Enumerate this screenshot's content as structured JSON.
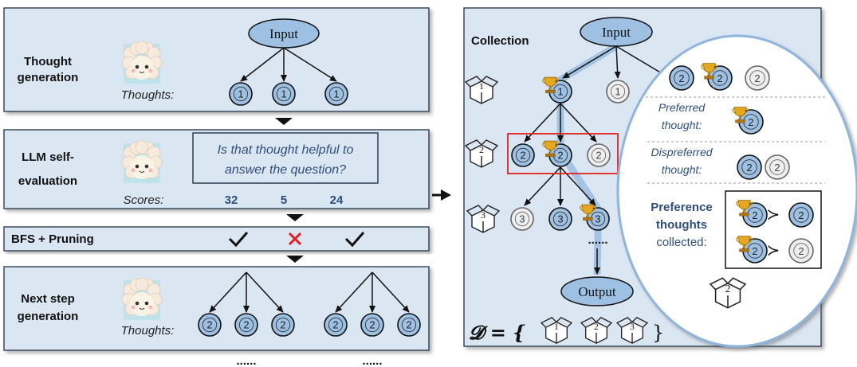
{
  "left": {
    "stages": [
      {
        "label_lines": [
          "Thought",
          "generation"
        ],
        "sub_label": "Thoughts:"
      },
      {
        "label_lines": [
          "LLM self-",
          "evaluation"
        ],
        "sub_label": "Scores:"
      },
      {
        "label_lines": [
          "BFS + Pruning"
        ]
      },
      {
        "label_lines": [
          "Next step",
          "generation"
        ],
        "sub_label": "Thoughts:"
      }
    ],
    "input_label": "Input",
    "question_lines": [
      "Is that thought helpful to",
      "answer the question?"
    ],
    "scores": [
      "32",
      "5",
      "24"
    ],
    "pruning_marks": [
      "keep",
      "prune",
      "keep"
    ],
    "level1_number": "1",
    "level2_number": "2",
    "ellipsis": "......"
  },
  "right": {
    "title": "Collection",
    "input_label": "Input",
    "output_label": "Output",
    "ellipsis": "......",
    "box_numbers": [
      "1",
      "2",
      "3"
    ],
    "dataset_symbol": "𝓓 = {",
    "dataset_close": "}",
    "zoom": {
      "preferred_lines": [
        "Preferred",
        "thought:"
      ],
      "dispreferred_lines": [
        "Dispreferred",
        "thought:"
      ],
      "collected_lines": [
        "Preference",
        "thoughts",
        "collected:"
      ],
      "box_number": "2",
      "succ_symbol": "≻"
    }
  },
  "colors": {
    "panel_bg": "#dbe6f3",
    "node_fill": "#9dc0e3",
    "node_gray": "#eeeeee",
    "highlight_red": "#e02020",
    "prune_red": "#e02020",
    "text_blue": "#2f4f7a"
  }
}
